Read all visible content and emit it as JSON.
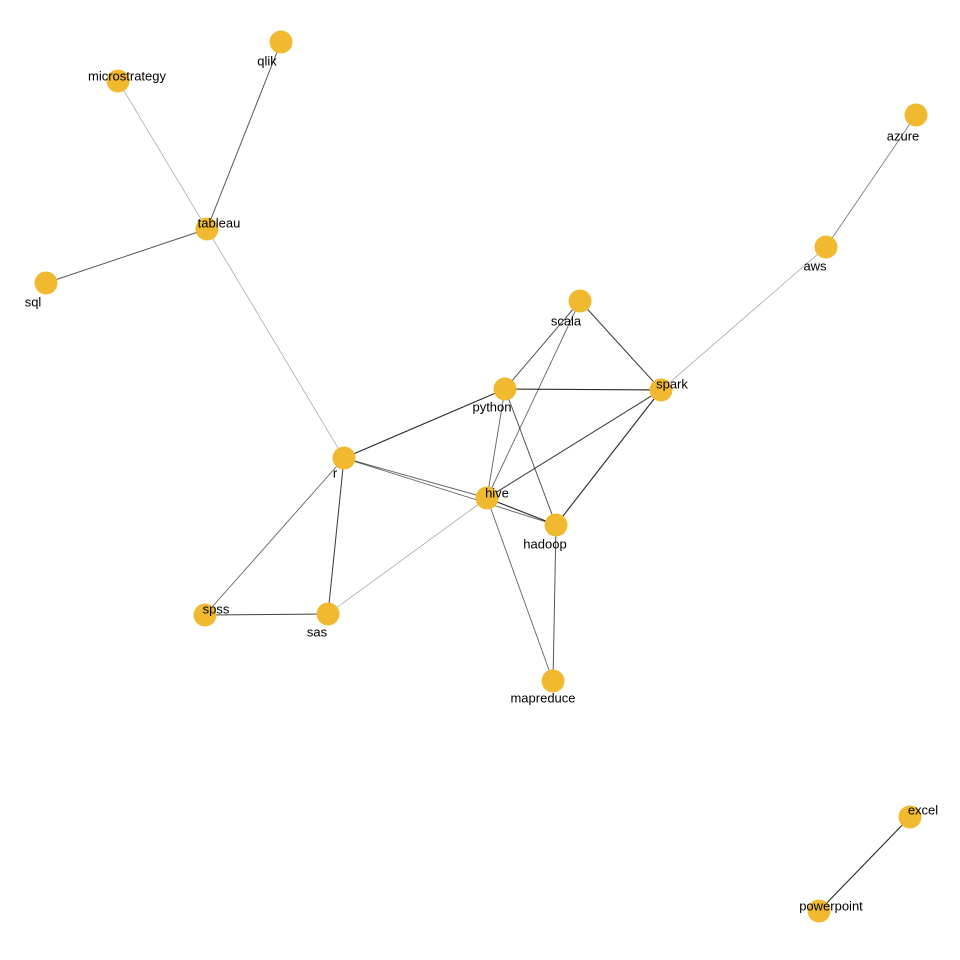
{
  "graph": {
    "node_color": "#F0B92F",
    "edge_color": "#000000",
    "nodes": [
      {
        "id": "qlik",
        "label": "qlik"
      },
      {
        "id": "microstrategy",
        "label": "microstrategy"
      },
      {
        "id": "tableau",
        "label": "tableau"
      },
      {
        "id": "sql",
        "label": "sql"
      },
      {
        "id": "azure",
        "label": "azure"
      },
      {
        "id": "aws",
        "label": "aws"
      },
      {
        "id": "scala",
        "label": "scala"
      },
      {
        "id": "python",
        "label": "python"
      },
      {
        "id": "spark",
        "label": "spark"
      },
      {
        "id": "r",
        "label": "r"
      },
      {
        "id": "hive",
        "label": "hive"
      },
      {
        "id": "hadoop",
        "label": "hadoop"
      },
      {
        "id": "spss",
        "label": "spss"
      },
      {
        "id": "sas",
        "label": "sas"
      },
      {
        "id": "mapreduce",
        "label": "mapreduce"
      },
      {
        "id": "excel",
        "label": "excel"
      },
      {
        "id": "powerpoint",
        "label": "powerpoint"
      }
    ],
    "edges": [
      {
        "source": "qlik",
        "target": "tableau",
        "weight": 0.7
      },
      {
        "source": "microstrategy",
        "target": "tableau",
        "weight": 0.3
      },
      {
        "source": "sql",
        "target": "tableau",
        "weight": 0.7
      },
      {
        "source": "tableau",
        "target": "r",
        "weight": 0.3
      },
      {
        "source": "azure",
        "target": "aws",
        "weight": 0.5
      },
      {
        "source": "aws",
        "target": "spark",
        "weight": 0.3
      },
      {
        "source": "scala",
        "target": "python",
        "weight": 0.7
      },
      {
        "source": "scala",
        "target": "spark",
        "weight": 0.8
      },
      {
        "source": "scala",
        "target": "hive",
        "weight": 0.6
      },
      {
        "source": "python",
        "target": "spark",
        "weight": 0.9
      },
      {
        "source": "python",
        "target": "r",
        "weight": 0.9
      },
      {
        "source": "python",
        "target": "hive",
        "weight": 0.6
      },
      {
        "source": "python",
        "target": "hadoop",
        "weight": 0.7
      },
      {
        "source": "spark",
        "target": "hive",
        "weight": 0.8
      },
      {
        "source": "spark",
        "target": "hadoop",
        "weight": 0.9
      },
      {
        "source": "r",
        "target": "hive",
        "weight": 0.6
      },
      {
        "source": "r",
        "target": "hadoop",
        "weight": 0.6
      },
      {
        "source": "r",
        "target": "sas",
        "weight": 0.8
      },
      {
        "source": "r",
        "target": "spss",
        "weight": 0.6
      },
      {
        "source": "hive",
        "target": "hadoop",
        "weight": 0.9
      },
      {
        "source": "hive",
        "target": "mapreduce",
        "weight": 0.6
      },
      {
        "source": "hive",
        "target": "sas",
        "weight": 0.3
      },
      {
        "source": "hadoop",
        "target": "mapreduce",
        "weight": 0.7
      },
      {
        "source": "spss",
        "target": "sas",
        "weight": 0.8
      },
      {
        "source": "excel",
        "target": "powerpoint",
        "weight": 0.9
      }
    ]
  }
}
